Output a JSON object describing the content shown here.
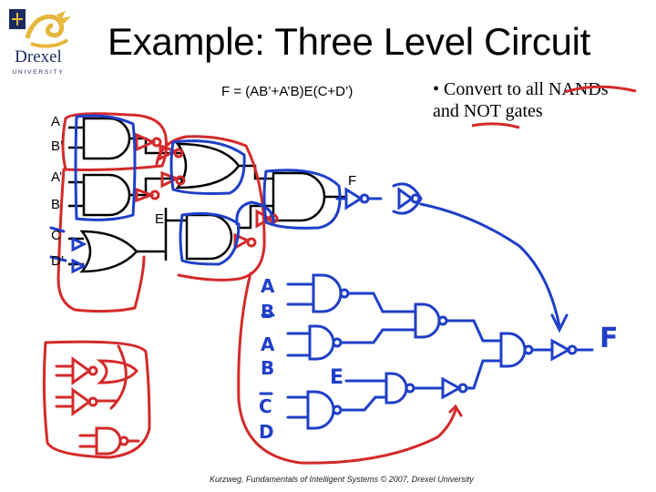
{
  "slide": {
    "title": "Example: Three Level Circuit",
    "formula": "F = (AB’+A’B)E(C+D’)",
    "bullet_lines": [
      "• Convert to all NANDs",
      "and NOT gates"
    ],
    "footer": "Kurzweg, Fundamentals of Intelligent Systems © 2007, Drexel University"
  },
  "logo": {
    "name": "Drexel",
    "subtitle": "UNIVERSITY",
    "color": "#1a2a5e",
    "icon": "dragon-crest-icon"
  },
  "circuit_labels": {
    "inputs": [
      "A",
      "B’",
      "A’",
      "B",
      "C",
      "D’"
    ],
    "internal": [
      "E"
    ],
    "output": "F"
  },
  "handwriting": {
    "inputs": [
      "A",
      "B",
      "A",
      "B",
      "C",
      "D"
    ],
    "extra_input": "E",
    "output": "F"
  },
  "colors": {
    "ink_blue": "#1f3fc8",
    "ink_red": "#d42a2a",
    "gate": "#000000"
  }
}
